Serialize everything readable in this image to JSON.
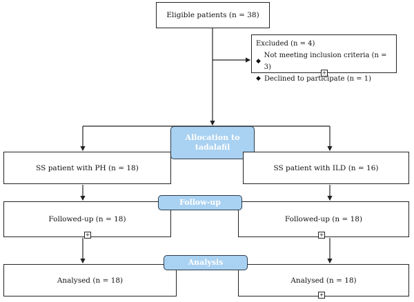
{
  "eligible": "Eligible patients (n = 38)",
  "excluded": {
    "title": "Excluded (n = 4)",
    "items": [
      "Not meeting inclusion criteria (n = 3)",
      "Declined to participate (n = 1)"
    ]
  },
  "allocation": {
    "line1": "Allocation to",
    "line2": "tadalafil"
  },
  "left": {
    "group": "SS patient with PH (n = 18)",
    "followed": "Followed-up (n = 18)",
    "analysed": "Analysed (n = 18)"
  },
  "right": {
    "group": "SS patient with ILD (n = 16)",
    "followed": "Followed-up (n = 18)",
    "analysed": "Analysed (n = 18)"
  },
  "stage_followup": "Follow-up",
  "stage_analysis": "Analysis",
  "colors": {
    "stage_fill": "#a9d1f1",
    "line": "#222222"
  }
}
